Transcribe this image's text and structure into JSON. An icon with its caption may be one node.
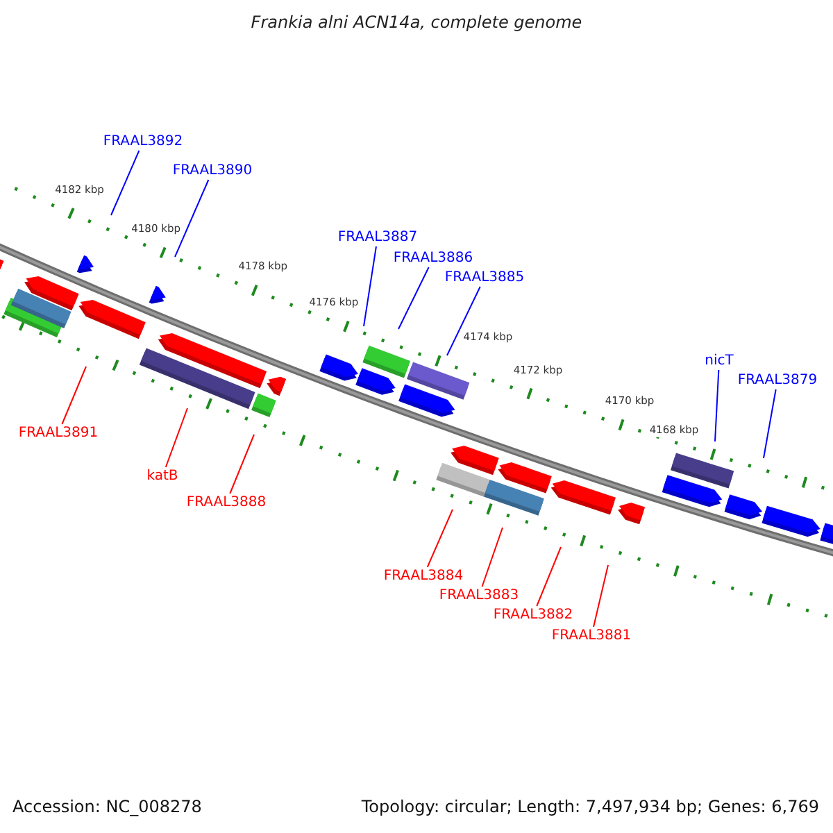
{
  "diagram": {
    "title": "Frankia alni ACN14a, complete genome",
    "nodes": [
      {
        "text": [
          "FRAAL3892"
        ]
      },
      {
        "text": [
          "FRAAL3890"
        ]
      },
      {
        "text": [
          "FRAAL3887"
        ]
      },
      {
        "text": [
          "FRAAL3886"
        ]
      },
      {
        "text": [
          "FRAAL3885"
        ]
      },
      {
        "text": [
          "nicT"
        ]
      },
      {
        "text": [
          "FRAAL3879"
        ]
      },
      {
        "text": [
          "FRAAL3891"
        ]
      },
      {
        "text": [
          "katB"
        ]
      },
      {
        "text": [
          "FRAAL3888"
        ]
      },
      {
        "text": [
          "FRAAL3884"
        ]
      },
      {
        "text": [
          "FRAAL3883"
        ]
      },
      {
        "text": [
          "FRAAL3882"
        ]
      },
      {
        "text": [
          "FRAAL3881"
        ]
      }
    ],
    "edges": [
      {
        "from": 0,
        "to": null,
        "arrow": "none",
        "color": "#0000ff"
      },
      {
        "from": 1,
        "to": null,
        "arrow": "none",
        "color": "#0000ff"
      },
      {
        "from": 2,
        "to": null,
        "arrow": "none",
        "color": "#0000ff"
      },
      {
        "from": 3,
        "to": null,
        "arrow": "none",
        "color": "#0000ff"
      },
      {
        "from": 4,
        "to": null,
        "arrow": "none",
        "color": "#0000ff"
      },
      {
        "from": 5,
        "to": null,
        "arrow": "none",
        "color": "#0000ff"
      },
      {
        "from": 6,
        "to": null,
        "arrow": "none",
        "color": "#0000ff"
      },
      {
        "from": 7,
        "to": null,
        "arrow": "none",
        "color": "#ff0000"
      },
      {
        "from": 8,
        "to": null,
        "arrow": "none",
        "color": "#ff0000"
      },
      {
        "from": 9,
        "to": null,
        "arrow": "none",
        "color": "#ff0000"
      },
      {
        "from": 10,
        "to": null,
        "arrow": "none",
        "color": "#ff0000"
      },
      {
        "from": 11,
        "to": null,
        "arrow": "none",
        "color": "#ff0000"
      },
      {
        "from": 12,
        "to": null,
        "arrow": "none",
        "color": "#ff0000"
      },
      {
        "from": 13,
        "to": null,
        "arrow": "none",
        "color": "#ff0000"
      }
    ],
    "labels": [
      "4182 kbp",
      "4180 kbp",
      "4178 kbp",
      "4176 kbp",
      "4174 kbp",
      "4172 kbp",
      "4170 kbp",
      "4168 kbp",
      "Accession: NC_008278",
      "Topology: circular; Length: 7,497,934 bp; Genes: 6,769"
    ]
  }
}
